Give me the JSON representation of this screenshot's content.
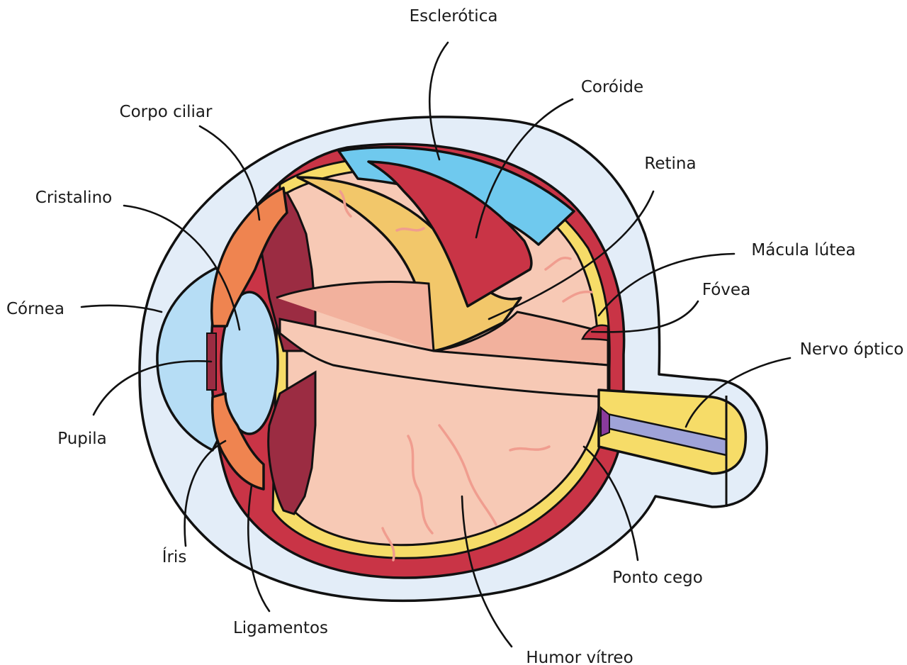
{
  "colors": {
    "sclera_outer": "#e3edf8",
    "cornea": "#b6ddf5",
    "sclera_blue": "#6fc9ee",
    "choroid": "#c93446",
    "choroid_dark": "#9b2c42",
    "retina_yellow": "#f6dc68",
    "ciliary_yellow": "#f2c76a",
    "vitreous": "#f7c9b5",
    "vitreous_dark": "#f2b19d",
    "iris_orange": "#ef8450",
    "nerve_purple": "#9fa3d8",
    "blind_spot": "#8a3a9c",
    "lens": "#b8ddf5",
    "vein": "#f09d8f"
  },
  "labels": {
    "esclerotica": "Esclerótica",
    "coroide": "Coróide",
    "corpo_ciliar": "Corpo ciliar",
    "retina": "Retina",
    "cristalino": "Cristalino",
    "macula_lutea": "Mácula lútea",
    "fovea": "Fóvea",
    "cornea": "Córnea",
    "nervo_optico": "Nervo óptico",
    "pupila": "Pupila",
    "iris": "Íris",
    "ponto_cego": "Ponto cego",
    "ligamentos": "Ligamentos",
    "humor_vitreo": "Humor vítreo"
  }
}
